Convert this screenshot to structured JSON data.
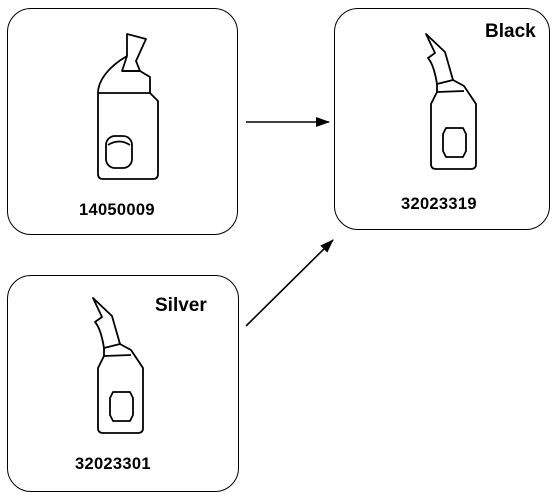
{
  "panels": {
    "original": {
      "part_number": "14050009"
    },
    "black": {
      "finish": "Black",
      "part_number": "32023319"
    },
    "silver": {
      "finish": "Silver",
      "part_number": "32023301"
    }
  }
}
